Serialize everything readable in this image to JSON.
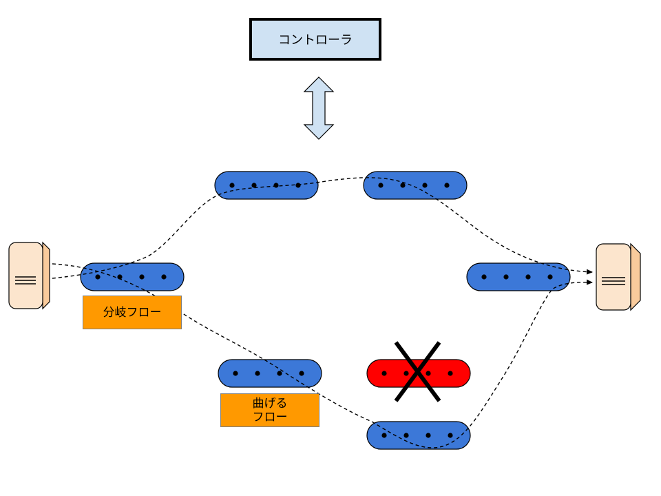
{
  "controller": {
    "label": "コントローラ"
  },
  "labels": {
    "branch_flow": "分岐フロー",
    "bend_flow_line1": "曲げる",
    "bend_flow_line2": "フロー"
  },
  "icons": {
    "link": "double-arrow-icon",
    "host": "server-icon",
    "failure": "x-mark-icon"
  },
  "colors": {
    "switch_normal": "#3c78d8",
    "switch_failed": "#ff0000",
    "controller_fill": "#cfe2f3",
    "label_fill": "#ff9900",
    "host_fill": "#fce5cd"
  }
}
